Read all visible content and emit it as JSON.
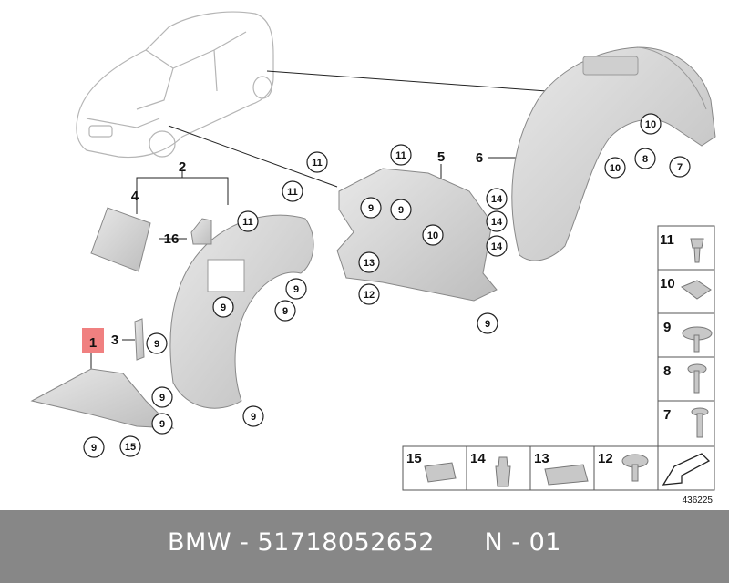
{
  "diagram": {
    "drawing_number": "436225",
    "callouts": {
      "c1": "1",
      "c2": "2",
      "c3": "3",
      "c4": "4",
      "c5": "5",
      "c6": "6",
      "c7": "7",
      "c8": "8",
      "c9": "9",
      "c10": "10",
      "c11": "11",
      "c12": "12",
      "c13": "13",
      "c14": "14",
      "c15": "15",
      "c16": "16"
    },
    "legend": {
      "p11": "11",
      "p10": "10",
      "p9": "9",
      "p8": "8",
      "p7": "7",
      "p15": "15",
      "p14": "14",
      "p13": "13",
      "p12": "12"
    },
    "colors": {
      "accent_tag": "#f08080",
      "footer_bg": "#878787",
      "part_fill": "#d9d9d9"
    }
  },
  "footer": {
    "brand": "BMW",
    "sep1": "-",
    "part_number": "51718052652",
    "sep2": "-",
    "variant_code": "N",
    "variant_number": "01"
  }
}
